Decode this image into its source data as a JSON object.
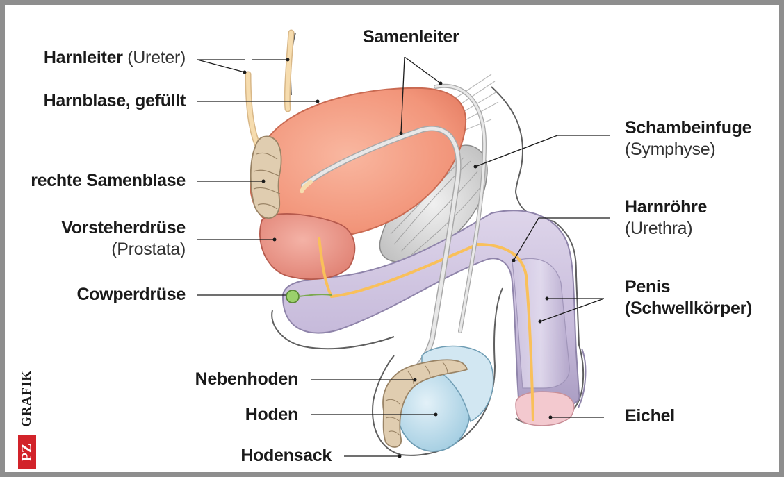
{
  "labels": {
    "harnleiter": {
      "main": "Harnleiter",
      "sub": "(Ureter)"
    },
    "harnblase": {
      "main": "Harnblase, gefüllt"
    },
    "samenblase": {
      "main": "rechte Samenblase"
    },
    "vorsteherdruese": {
      "main": "Vorsteherdrüse",
      "sub": "(Prostata)"
    },
    "cowperdruese": {
      "main": "Cowperdrüse"
    },
    "nebenhoden": {
      "main": "Nebenhoden"
    },
    "hoden": {
      "main": "Hoden"
    },
    "hodensack": {
      "main": "Hodensack"
    },
    "samenleiter": {
      "main": "Samenleiter"
    },
    "schambeinfuge": {
      "main": "Schambeinfuge",
      "sub": "(Symphyse)"
    },
    "harnroehre": {
      "main": "Harnröhre",
      "sub": "(Urethra)"
    },
    "penis": {
      "main": "Penis",
      "sub": "(Schwellkörper)"
    },
    "eichel": {
      "main": "Eichel"
    }
  },
  "brand": {
    "logo": "PZ",
    "word": "GRAFIK"
  },
  "colors": {
    "frame": "#8e8e8e",
    "bladder": "#f2957a",
    "prostate": "#e98f80",
    "penis": "#c9bedb",
    "testis": "#bcdcec",
    "epididymis": "#e0cdb0",
    "urethra": "#f9c05a",
    "ureter": "#f6dcae",
    "cowper": "#9bd06c",
    "symphysis": "#d9d9d9",
    "glans": "#f3c9cf",
    "brand_red": "#d2232a"
  }
}
